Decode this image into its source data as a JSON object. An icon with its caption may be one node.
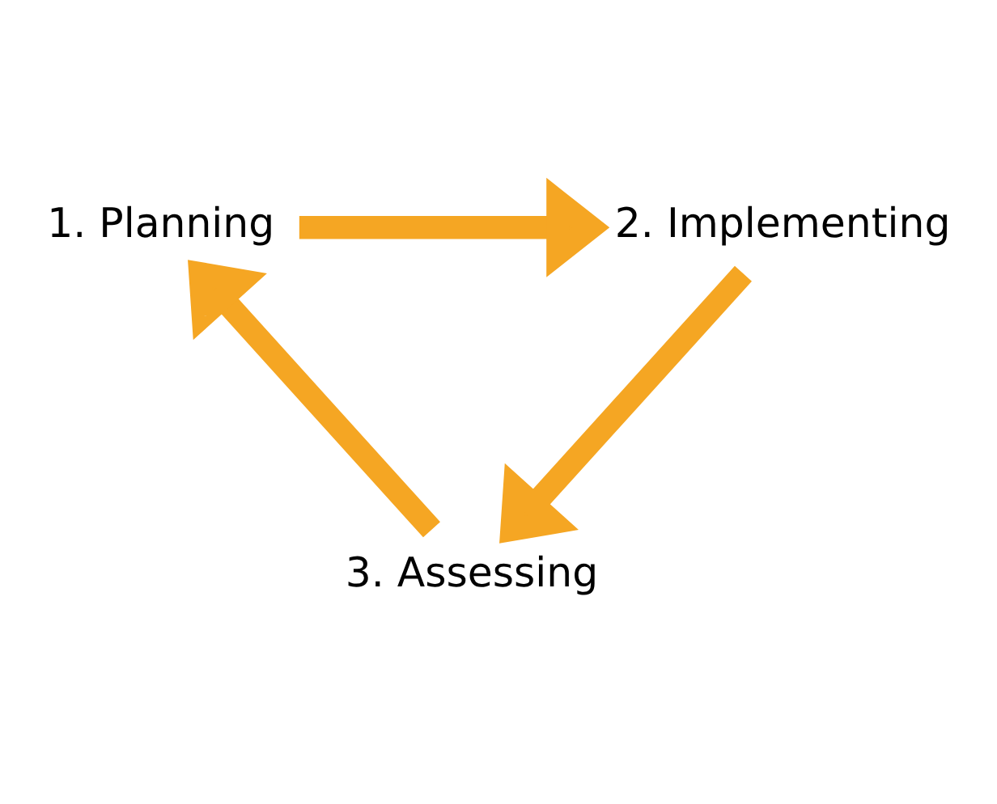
{
  "diagram": {
    "nodes": [
      {
        "text": [
          "1. Planning"
        ]
      },
      {
        "text": [
          "2. Implementing"
        ]
      },
      {
        "text": [
          "3. Assessing"
        ]
      }
    ],
    "edges": [
      {
        "from": 0,
        "to": 1,
        "arrow": "to"
      },
      {
        "from": 1,
        "to": 2,
        "arrow": "to"
      },
      {
        "from": 2,
        "to": 0,
        "arrow": "to"
      }
    ]
  }
}
